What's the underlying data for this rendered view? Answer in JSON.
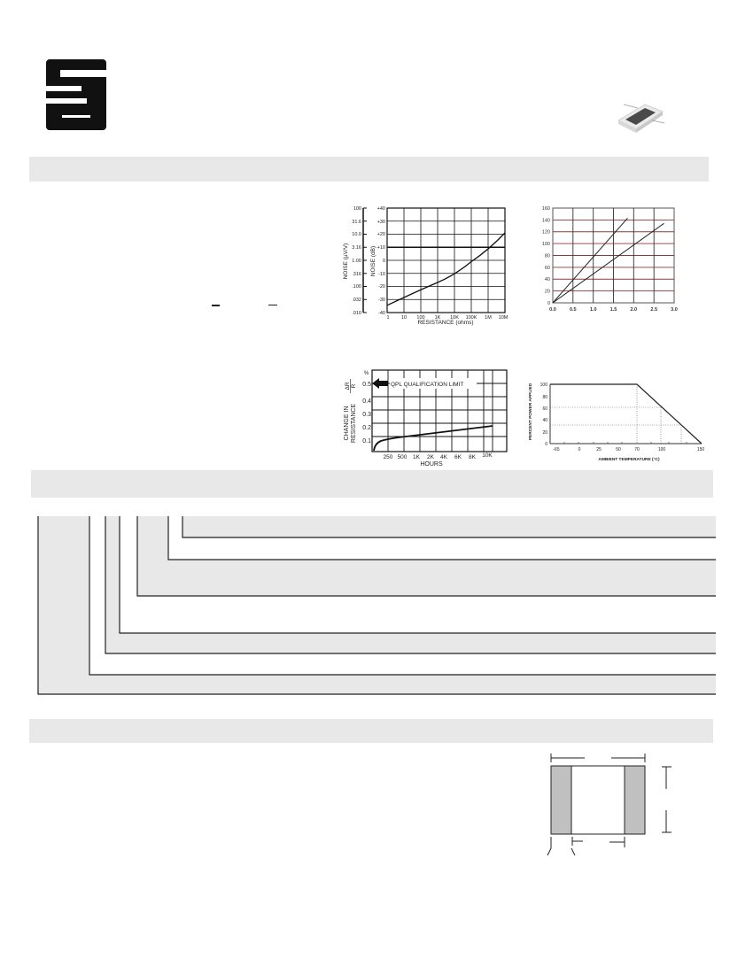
{
  "header": {
    "logo": {
      "icon": "company-logo-icon",
      "color": "#111111"
    },
    "product_image": {
      "icon": "chip-resistor-photo"
    }
  },
  "sections": [
    {
      "id": "section-1",
      "bar_color": "#e8e8e8",
      "title": ""
    },
    {
      "id": "section-2",
      "bar_color": "#e8e8e8",
      "title": ""
    },
    {
      "id": "section-3",
      "bar_color": "#e8e8e8",
      "title": ""
    }
  ],
  "colors": {
    "section_bar": "#e8e8e8",
    "line": "#111111",
    "grid_red": "#8b3a3a",
    "tree_fill": "#e8e8e8",
    "terminal_fill": "#c0c0c0"
  },
  "chart_data": [
    {
      "type": "line",
      "title": "",
      "xlabel": "RESISTANCE (ohms)",
      "ylabel": "NOISE (dB)",
      "ylabel_secondary": "NOISE (µV/V)",
      "x_scale": "log",
      "x_ticks": [
        "1",
        "10",
        "100",
        "1K",
        "10K",
        "100K",
        "1M",
        "10M"
      ],
      "y_ticks": [
        "-40",
        "-30",
        "-20",
        "-10",
        "0",
        "+10",
        "+20",
        "+30",
        "+40"
      ],
      "y_ticks_secondary": [
        ".010",
        ".032",
        ".100",
        ".316",
        "1.00",
        "3.16",
        "10.0",
        "31.6",
        "100"
      ],
      "ylim": [
        -40,
        40
      ],
      "grid": true,
      "series": [
        {
          "name": "noise",
          "x": [
            1,
            10,
            100,
            1000,
            10000,
            100000,
            1000000,
            10000000
          ],
          "values": [
            -35,
            -30,
            -24,
            -17,
            -10,
            -1,
            9,
            21
          ]
        }
      ],
      "reference_line": {
        "y": 10
      }
    },
    {
      "type": "line",
      "title": "",
      "xlabel": "",
      "ylabel": "",
      "x_ticks": [
        "0.0",
        "0.5",
        "1.0",
        "1.5",
        "2.0",
        "2.5",
        "3.0"
      ],
      "y_ticks": [
        "0",
        "20",
        "40",
        "60",
        "80",
        "100",
        "120",
        "140",
        "160"
      ],
      "xlim": [
        0,
        3
      ],
      "ylim": [
        0,
        160
      ],
      "grid": true,
      "series": [
        {
          "name": "line-a",
          "x": [
            0,
            0.5,
            1.0,
            1.5,
            1.85
          ],
          "values": [
            0,
            40,
            80,
            118,
            143
          ]
        },
        {
          "name": "line-b",
          "x": [
            0,
            0.5,
            1.0,
            1.5,
            2.0,
            2.5,
            2.75
          ],
          "values": [
            0,
            25,
            50,
            74,
            98,
            122,
            134
          ]
        }
      ]
    },
    {
      "type": "line",
      "title": "",
      "xlabel": "HOURS",
      "ylabel": "CHANGE IN RESISTANCE ΔR/R",
      "y_unit": "%",
      "x_ticks": [
        "250",
        "500",
        "1K",
        "2K",
        "4K",
        "6K",
        "8K",
        "10K"
      ],
      "y_ticks": [
        "0.1",
        "0.2",
        "0.3",
        "0.4",
        "0.5"
      ],
      "ylim": [
        0,
        0.55
      ],
      "grid": true,
      "annotations": [
        {
          "text": "QPL QUALIFICATION LIMIT",
          "y": 0.5,
          "arrow": "left"
        }
      ],
      "series": [
        {
          "name": "drift",
          "x": [
            "0",
            "250",
            "500",
            "1K",
            "2K",
            "4K",
            "6K",
            "8K",
            "10K"
          ],
          "values": [
            0.02,
            0.065,
            0.075,
            0.095,
            0.11,
            0.13,
            0.15,
            0.17,
            0.19
          ]
        }
      ]
    },
    {
      "type": "line",
      "title": "",
      "xlabel": "AMBIENT TEMPERATURE (°C)",
      "ylabel": "PERCENT POWER APPLIED",
      "x_ticks": [
        "-65",
        "0",
        "25",
        "50",
        "70",
        "100",
        "150"
      ],
      "y_ticks": [
        "0",
        "20",
        "40",
        "60",
        "80",
        "100"
      ],
      "xlim": [
        -65,
        150
      ],
      "ylim": [
        0,
        100
      ],
      "grid": false,
      "series": [
        {
          "name": "derating",
          "x": [
            -65,
            70,
            150
          ],
          "values": [
            100,
            100,
            0
          ]
        }
      ],
      "guides": [
        {
          "x": 70,
          "y": 100
        },
        {
          "x": 100,
          "y": 62
        },
        {
          "x": 125,
          "y": 31
        }
      ]
    }
  ],
  "labels": {
    "noise": {
      "y_left_title": "NOISE (µV/V)",
      "y_right_title": "NOISE (dB)",
      "x_title": "RESISTANCE (ohms)",
      "y_left": [
        ".010",
        ".032",
        ".100",
        ".316",
        "1.00",
        "3.16",
        "10.0",
        "31.6",
        "100"
      ],
      "y_right": [
        "-40",
        "-30",
        "-20",
        "-10",
        "0",
        "+10",
        "+20",
        "+30",
        "+40"
      ],
      "x": [
        "1",
        "10",
        "100",
        "1K",
        "10K",
        "100K",
        "1M",
        "10M"
      ]
    },
    "power": {
      "x": [
        "0.0",
        "0.5",
        "1.0",
        "1.5",
        "2.0",
        "2.5",
        "3.0"
      ],
      "y": [
        "0",
        "20",
        "40",
        "60",
        "80",
        "100",
        "120",
        "140",
        "160"
      ]
    },
    "drift": {
      "unit": "%",
      "y_title_1": "CHANGE IN",
      "y_title_2": "RESISTANCE",
      "delta": "ΔR",
      "denom": "R",
      "y": [
        "0.1",
        "0.2",
        "0.3",
        "0.4",
        "0.5"
      ],
      "x": [
        "250",
        "500",
        "1K",
        "2K",
        "4K",
        "6K",
        "8K",
        "10K"
      ],
      "x_title": "HOURS",
      "annotation": "QPL QUALIFICATION LIMIT"
    },
    "derating": {
      "y_title": "PERCENT POWER APPLIED",
      "x_title": "AMBIENT TEMPERATURE (°C)",
      "y": [
        "0",
        "20",
        "40",
        "60",
        "80",
        "100"
      ],
      "x": [
        "-65",
        "0",
        "25",
        "50",
        "70",
        "100",
        "150"
      ]
    }
  },
  "ordering_tree": {
    "branches": 7
  },
  "dimension_diagram": {
    "icon": "chip-dimension-outline"
  }
}
